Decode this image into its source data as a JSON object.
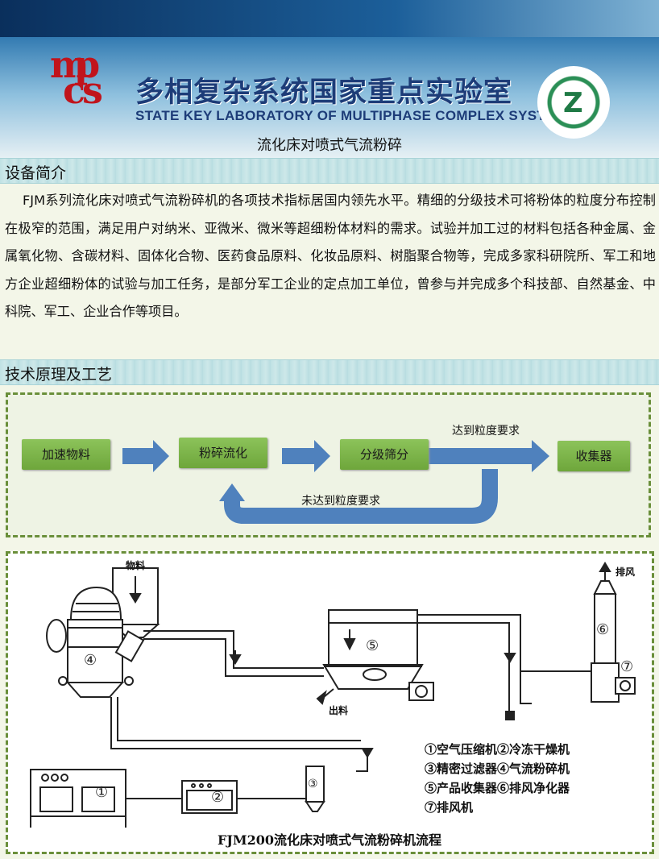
{
  "header": {
    "logo_letters": [
      "m",
      "p",
      "c",
      "s"
    ],
    "title_cn": "多相复杂系统国家重点实验室",
    "title_en": "STATE KEY LABORATORY OF MULTIPHASE COMPLEX SYSTEMS",
    "page_subtitle": "流化床对喷式气流粉碎"
  },
  "sections": {
    "intro_heading": "设备简介",
    "intro_text": "FJM系列流化床对喷式气流粉碎机的各项技术指标居国内领先水平。精细的分级技术可将粉体的粒度分布控制在极窄的范围，满足用户对纳米、亚微米、微米等超细粉体材料的需求。试验并加工过的材料包括各种金属、金属氧化物、含碳材料、固体化合物、医药食品原料、化妆品原料、树脂聚合物等，完成多家科研院所、军工和地方企业超细粉体的试验与加工任务，是部分军工企业的定点加工单位，曾参与并完成多个科技部、自然基金、中科院、军工、企业合作等项目。",
    "process_heading": "技术原理及工艺"
  },
  "flow": {
    "steps": [
      "加速物料",
      "粉碎流化",
      "分级筛分",
      "收集器"
    ],
    "pass_label": "达到粒度要求",
    "fail_label": "未达到粒度要求"
  },
  "diagram": {
    "material_in": "物料",
    "exhaust": "排风",
    "material_out": "出料",
    "markers": [
      "①",
      "②",
      "③",
      "④",
      "⑤",
      "⑥",
      "⑦"
    ],
    "legend": [
      "①空气压缩机②冷冻干燥机",
      "③精密过滤器④气流粉碎机",
      "⑤产品收集器⑥排风净化器",
      "⑦排风机"
    ],
    "caption": "FJM200流化床对喷式气流粉碎机流程"
  },
  "colors": {
    "header_dark": "#0d4f86",
    "logo_red": "#c0141c",
    "title_blue": "#1d3c78",
    "step_green": "#7ab546",
    "arrow_blue": "#4f81bd",
    "border_green": "#6a8f3a"
  }
}
